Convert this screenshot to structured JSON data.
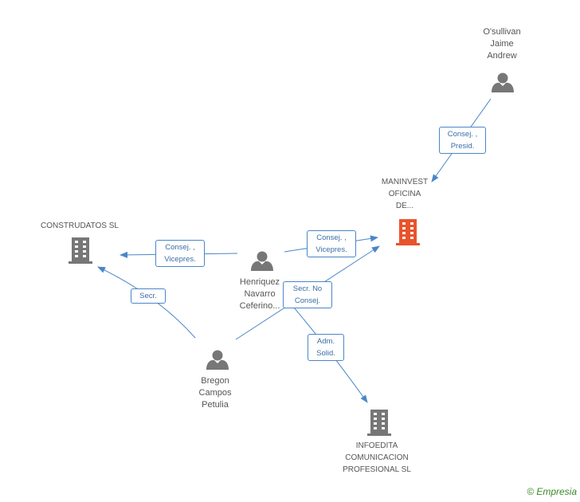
{
  "nodes": {
    "osullivan": {
      "label": "O'sullivan\nJaime\nAndrew",
      "type": "person"
    },
    "maninvest": {
      "label": "MANINVEST\nOFICINA\nDE...",
      "type": "company",
      "highlight": true
    },
    "construdatos": {
      "label": "CONSTRUDATOS SL",
      "type": "company"
    },
    "henriquez": {
      "label": "Henriquez\nNavarro\nCeferino...",
      "type": "person"
    },
    "bregon": {
      "label": "Bregon\nCampos\nPetulia",
      "type": "person"
    },
    "infoedita": {
      "label": "INFOEDITA\nCOMUNICACION\nPROFESIONAL SL",
      "type": "company"
    }
  },
  "edges": {
    "osullivan_maninvest": "Consej. ,\nPresid.",
    "henriquez_construdatos": "Consej. ,\nVicepres.",
    "henriquez_maninvest": "Consej. ,\nVicepres.",
    "bregon_construdatos": "Secr.",
    "bregon_maninvest": "Secr.  No\nConsej.",
    "henriquez_infoedita": "Adm.\nSolid."
  },
  "colors": {
    "person_icon": "#777777",
    "company_icon": "#777777",
    "company_highlight": "#e8542c",
    "edge": "#4a86c8"
  },
  "watermark": {
    "copyright": "©",
    "brand": "Empresia"
  }
}
